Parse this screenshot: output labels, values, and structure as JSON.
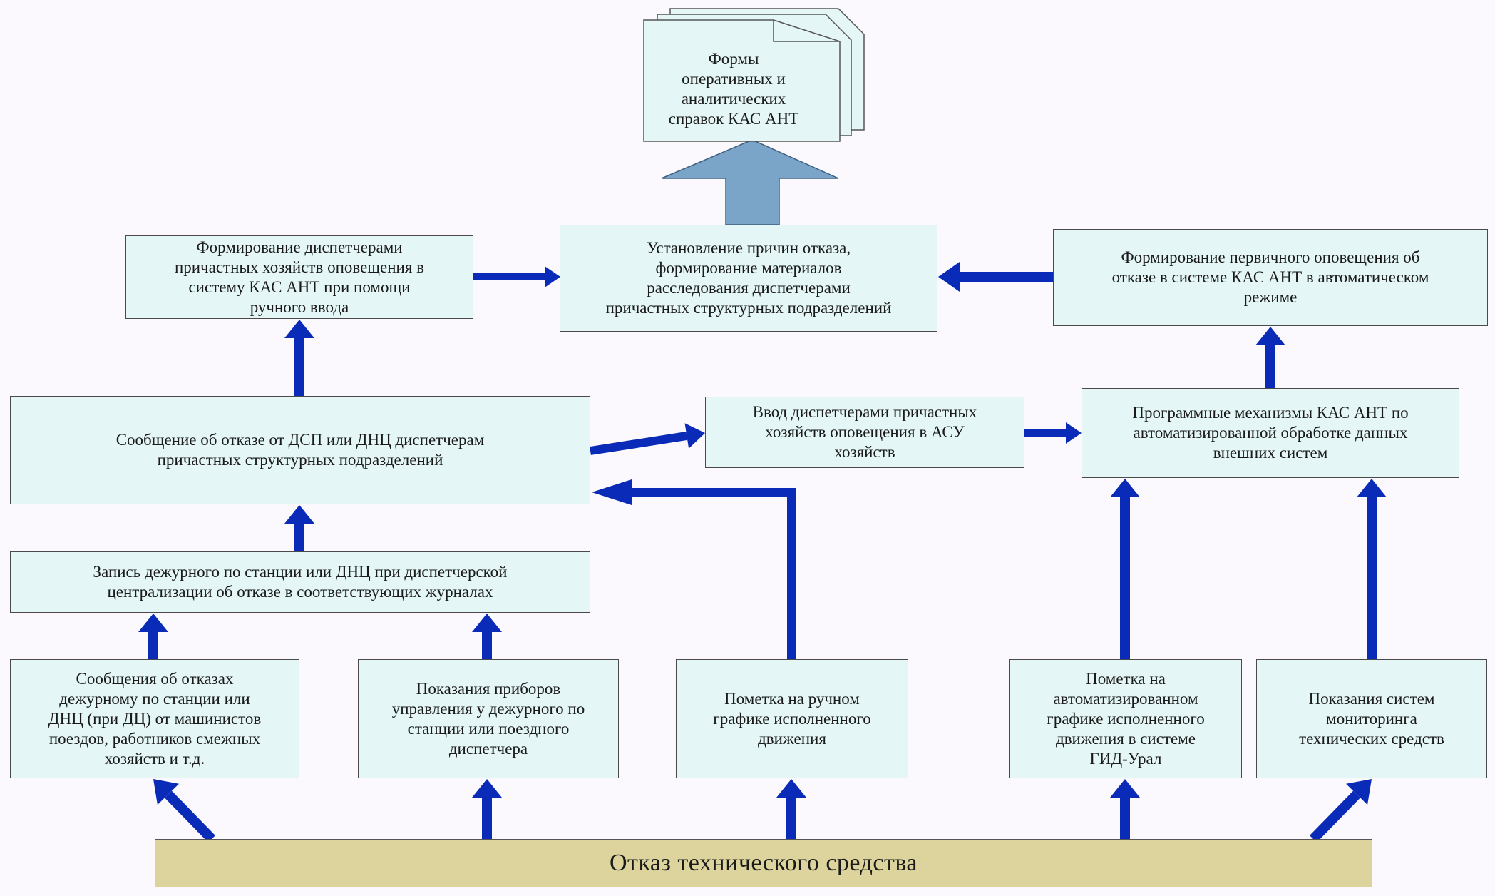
{
  "diagram": {
    "colors": {
      "box_fill": "#e4f6f6",
      "bottom_fill": "#dcd49c",
      "arrow": "#0a2bb8",
      "big_arrow": "#7aa4c8",
      "background": "#fbf9fd"
    },
    "documents": "Формы\nоперативных и\nаналитических\nсправок КАС АНТ",
    "boxes": {
      "center_investigation": "Установление причин отказа,\nформирование материалов\nрасследования диспетчерами\nпричастных структурных подразделений",
      "left_manual_input": "Формирование диспетчерами\nпричастных хозяйств оповещения в\nсистему КАС АНТ при помощи\nручного ввода",
      "right_auto_notice": "Формирование первичного оповещения об\nотказе в системе КАС АНТ в автоматическом\nрежиме",
      "report_message": "Сообщение об отказе от ДСП или ДНЦ диспетчерам\nпричастных структурных подразделений",
      "asu_input": "Ввод диспетчерами причастных\nхозяйств оповещения в АСУ\nхозяйств",
      "program_mechanisms": "Программные механизмы КАС АНТ по\nавтоматизированной обработке данных\nвнешних систем",
      "journal_record": "Запись дежурного по станции или ДНЦ при диспетчерской\nцентрализации об отказе в соответствующих журналах",
      "driver_reports": "Сообщения об отказах\nдежурному по станции или\nДНЦ (при ДЦ)  от машинистов\nпоездов, работников смежных\nхозяйств и т.д.",
      "device_readings": "Показания приборов\nуправления у дежурного по\nстанции или поездного\nдиспетчера",
      "manual_graph": "Пометка на ручном\nграфике исполненного\nдвижения",
      "auto_graph": "Пометка на\nавтоматизированном\nграфике исполненного\nдвижения в системе\nГИД-Урал",
      "monitoring": "Показания систем\nмониторинга\nтехнических средств",
      "failure": "Отказ технического средства"
    }
  }
}
